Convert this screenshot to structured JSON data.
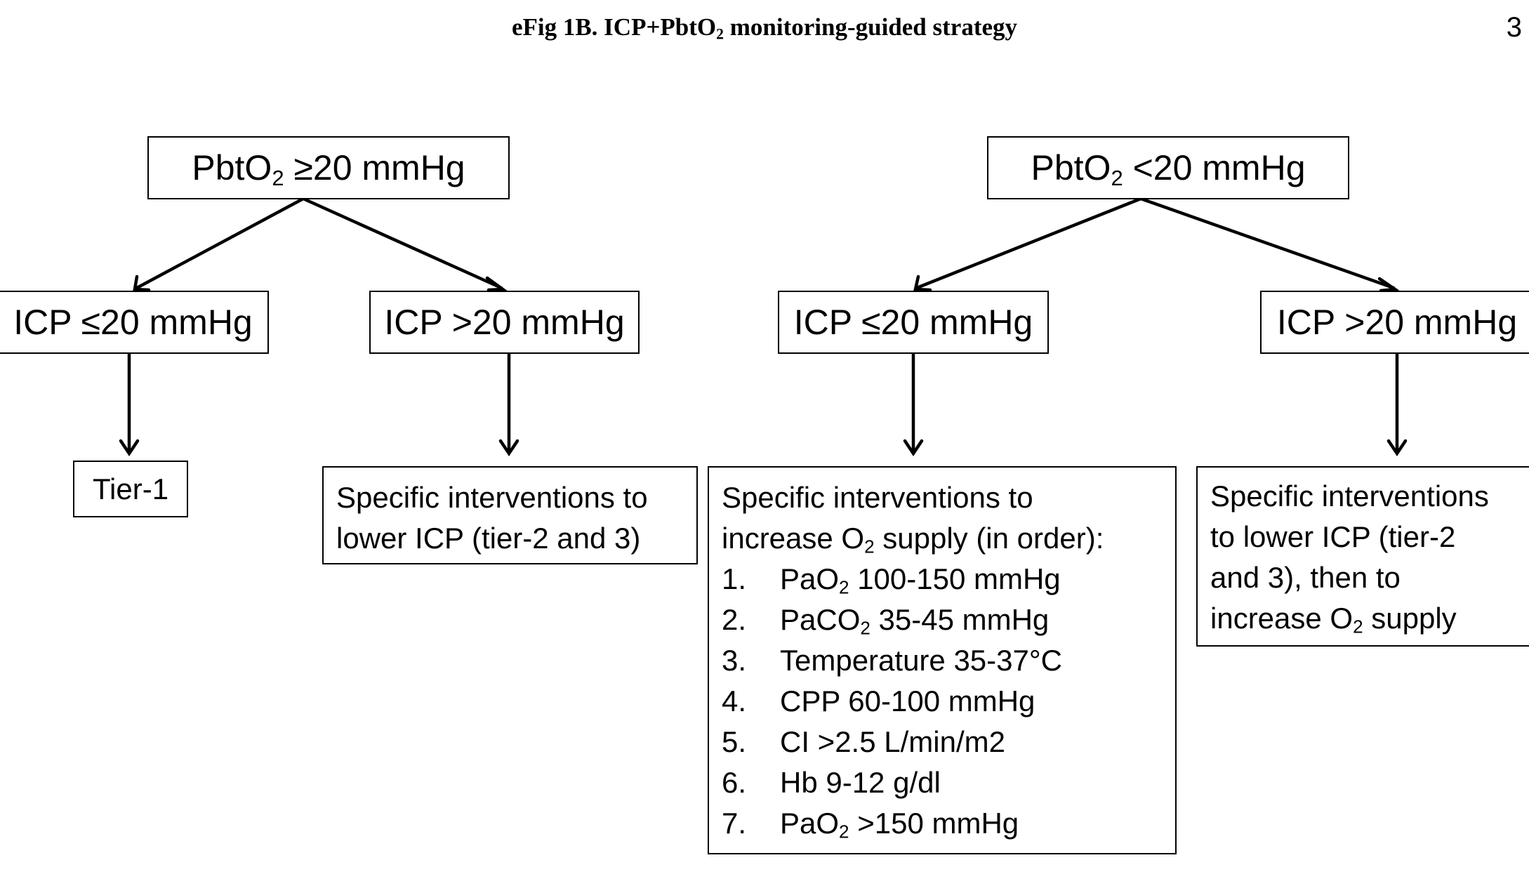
{
  "title": {
    "prefix": "eFig 1B. ICP+PbtO",
    "sub": "2",
    "suffix": " monitoring-guided strategy"
  },
  "page_number": "3",
  "left": {
    "header": {
      "pre": "PbtO",
      "sub": "2",
      "post": " ≥20 mmHg"
    },
    "branch_low": {
      "label": "ICP ≤20 mmHg",
      "result": "Tier-1"
    },
    "branch_high": {
      "label": "ICP >20 mmHg",
      "result_lines": [
        "Specific interventions to",
        "lower ICP  (tier-2 and 3)"
      ]
    }
  },
  "right": {
    "header": {
      "pre": "PbtO",
      "sub": "2",
      "post": " <20 mmHg"
    },
    "branch_low": {
      "label": "ICP ≤20 mmHg",
      "result_line1": "Specific interventions to",
      "result_line2": {
        "pre": "increase O",
        "sub": "2",
        "post": " supply (in order):"
      },
      "steps": [
        {
          "num": "1.",
          "pre": "PaO",
          "sub": "2",
          "post": " 100-150 mmHg"
        },
        {
          "num": "2.",
          "pre": "PaCO",
          "sub": "2",
          "post": " 35-45 mmHg"
        },
        {
          "num": "3.",
          "pre": "Temperature 35-37°C",
          "sub": "",
          "post": ""
        },
        {
          "num": "4.",
          "pre": "CPP 60-100 mmHg",
          "sub": "",
          "post": ""
        },
        {
          "num": "5.",
          "pre": "CI >2.5 L/min/m2",
          "sub": "",
          "post": ""
        },
        {
          "num": "6.",
          "pre": "Hb 9-12 g/dl",
          "sub": "",
          "post": ""
        },
        {
          "num": "7.",
          "pre": "PaO",
          "sub": "2",
          "post": " >150 mmHg"
        }
      ]
    },
    "branch_high": {
      "label": "ICP >20 mmHg",
      "result_lines": [
        "Specific interventions",
        "to lower ICP (tier-2",
        "and 3),  then to"
      ],
      "result_last": {
        "pre": "increase O",
        "sub": "2",
        "post": " supply"
      }
    }
  }
}
